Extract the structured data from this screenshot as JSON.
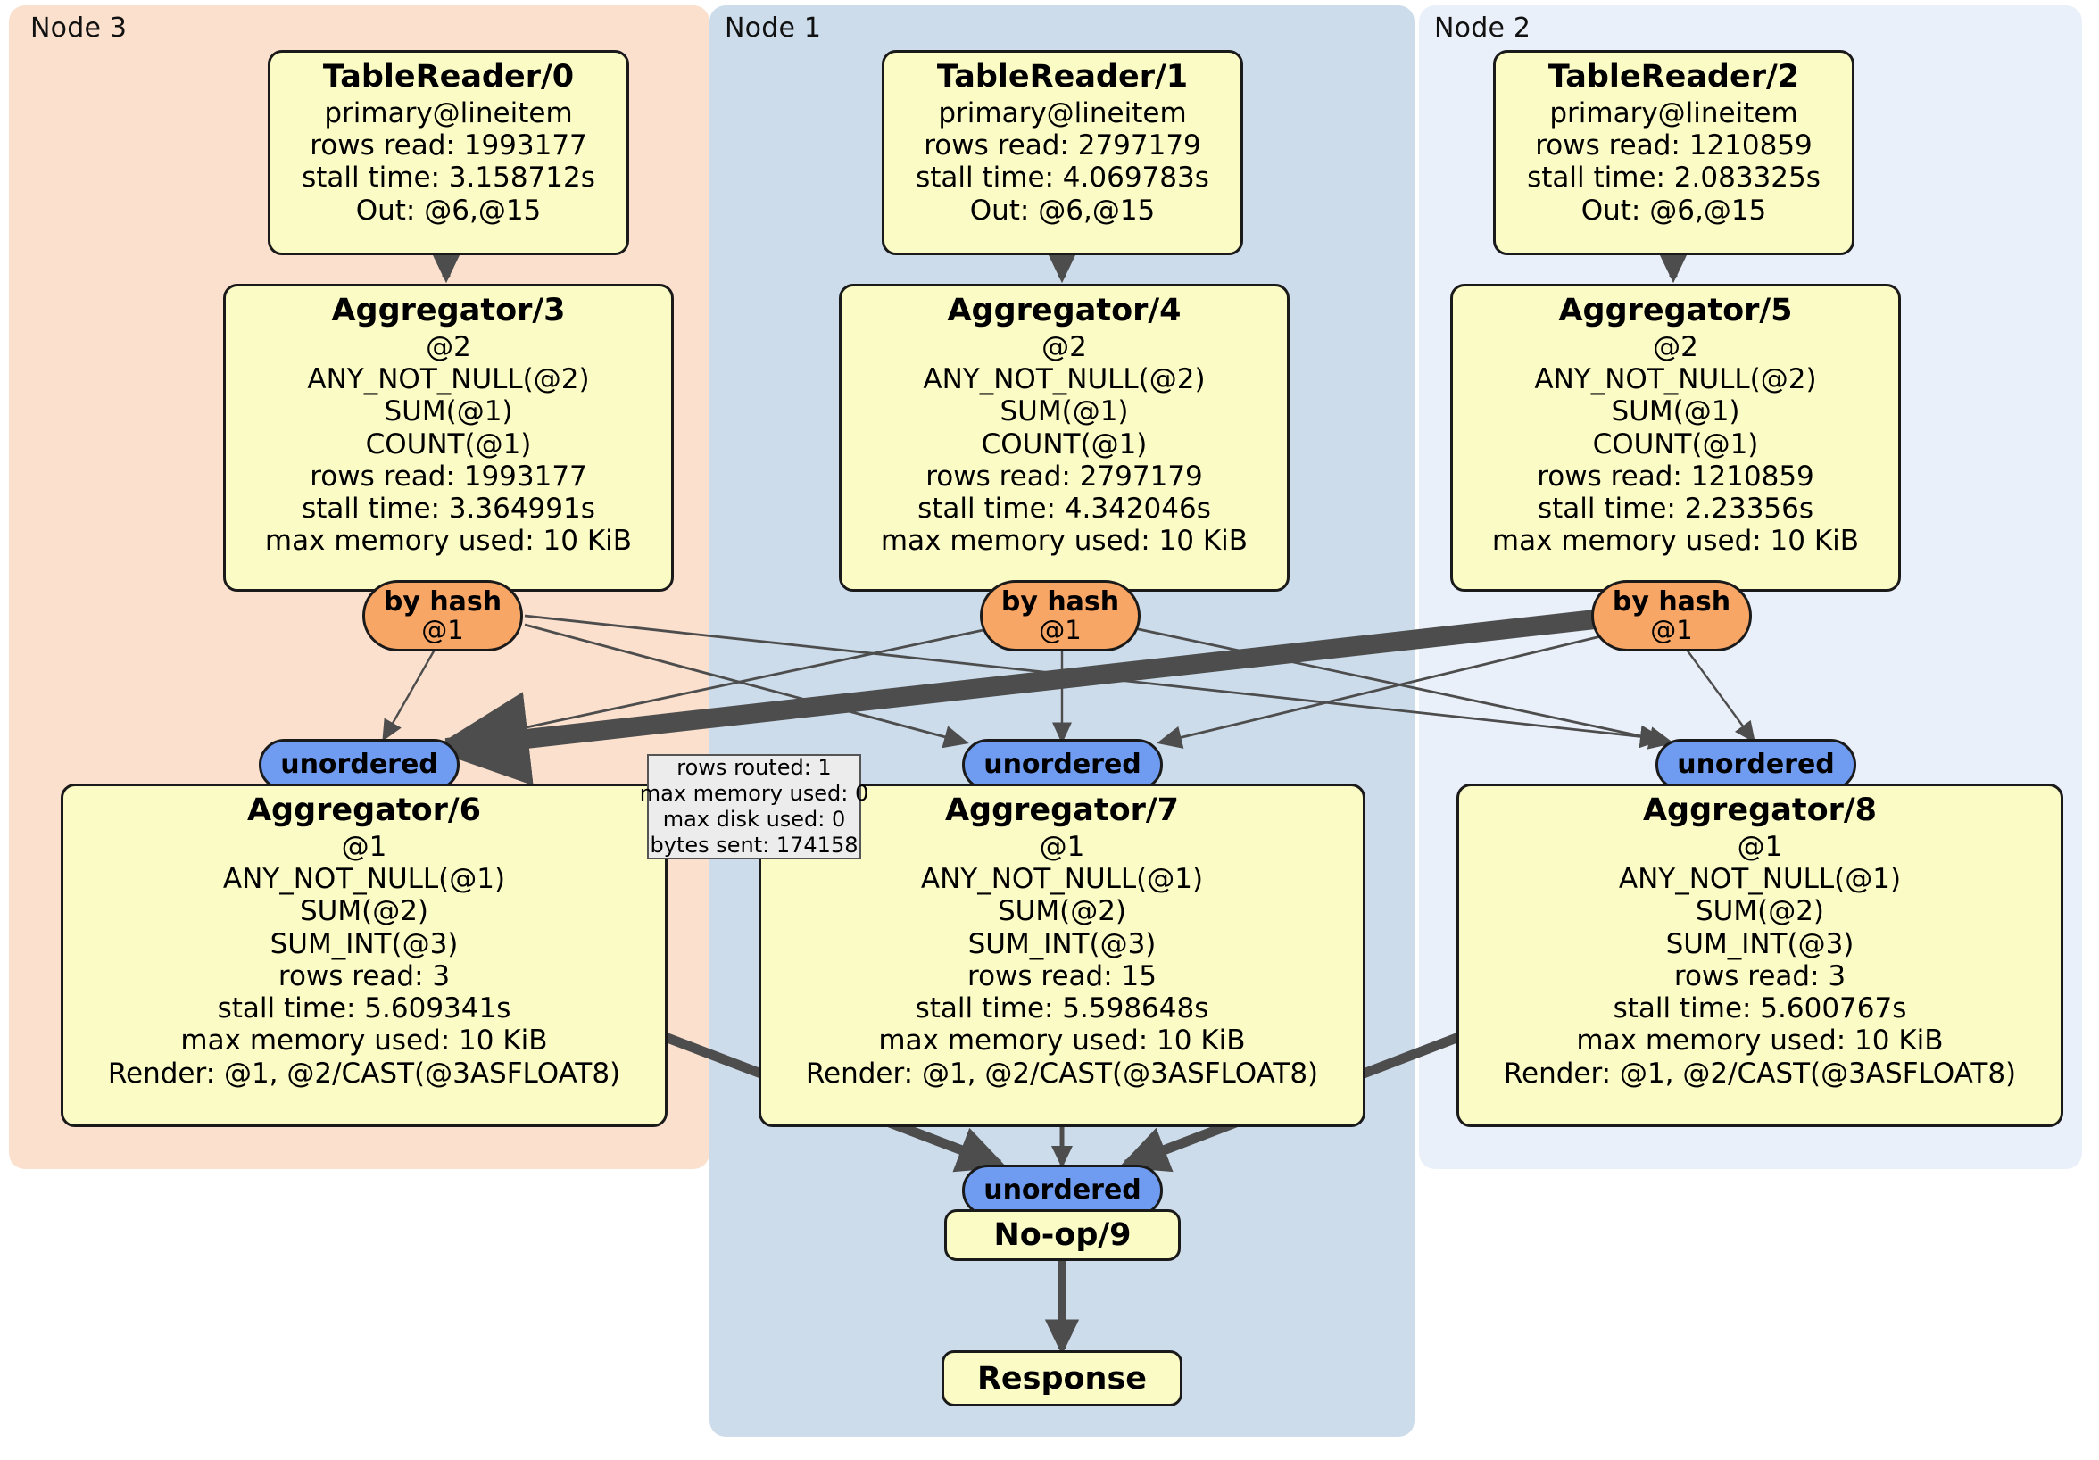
{
  "diagram": {
    "type": "distributed-query-execution-plan",
    "clusters": [
      {
        "id": "node3",
        "label": "Node 3",
        "color": "#fbe0cd"
      },
      {
        "id": "node1",
        "label": "Node 1",
        "color": "#ccdceb"
      },
      {
        "id": "node2",
        "label": "Node 2",
        "color": "#eaf0fa"
      }
    ],
    "colors": {
      "processor_fill": "#fbfbc5",
      "router_hash_fill": "#f8a666",
      "router_unordered_fill": "#6f9cf0",
      "stats_box_fill": "#ececec",
      "edge": "#4d4d4d",
      "border": "#1a1a1a"
    },
    "table_readers": [
      {
        "id": "tr0",
        "title": "TableReader/0",
        "lines": [
          "primary@lineitem",
          "rows read: 1993177",
          "stall time: 3.158712s",
          "Out: @6,@15"
        ]
      },
      {
        "id": "tr1",
        "title": "TableReader/1",
        "lines": [
          "primary@lineitem",
          "rows read: 2797179",
          "stall time: 4.069783s",
          "Out: @6,@15"
        ]
      },
      {
        "id": "tr2",
        "title": "TableReader/2",
        "lines": [
          "primary@lineitem",
          "rows read: 1210859",
          "stall time: 2.083325s",
          "Out: @6,@15"
        ]
      }
    ],
    "aggregators_top": [
      {
        "id": "agg3",
        "title": "Aggregator/3",
        "lines": [
          "@2",
          "ANY_NOT_NULL(@2)",
          "SUM(@1)",
          "COUNT(@1)",
          "rows read: 1993177",
          "stall time: 3.364991s",
          "max memory used: 10 KiB"
        ]
      },
      {
        "id": "agg4",
        "title": "Aggregator/4",
        "lines": [
          "@2",
          "ANY_NOT_NULL(@2)",
          "SUM(@1)",
          "COUNT(@1)",
          "rows read: 2797179",
          "stall time: 4.342046s",
          "max memory used: 10 KiB"
        ]
      },
      {
        "id": "agg5",
        "title": "Aggregator/5",
        "lines": [
          "@2",
          "ANY_NOT_NULL(@2)",
          "SUM(@1)",
          "COUNT(@1)",
          "rows read: 1210859",
          "stall time: 2.23356s",
          "max memory used: 10 KiB"
        ]
      }
    ],
    "aggregators_bottom": [
      {
        "id": "agg6",
        "title": "Aggregator/6",
        "lines": [
          "@1",
          "ANY_NOT_NULL(@1)",
          "SUM(@2)",
          "SUM_INT(@3)",
          "rows read: 3",
          "stall time: 5.609341s",
          "max memory used: 10 KiB",
          "Render: @1, @2/CAST(@3ASFLOAT8)"
        ]
      },
      {
        "id": "agg7",
        "title": "Aggregator/7",
        "lines": [
          "@1",
          "ANY_NOT_NULL(@1)",
          "SUM(@2)",
          "SUM_INT(@3)",
          "rows read: 15",
          "stall time: 5.598648s",
          "max memory used: 10 KiB",
          "Render: @1, @2/CAST(@3ASFLOAT8)"
        ]
      },
      {
        "id": "agg8",
        "title": "Aggregator/8",
        "lines": [
          "@1",
          "ANY_NOT_NULL(@1)",
          "SUM(@2)",
          "SUM_INT(@3)",
          "rows read: 3",
          "stall time: 5.600767s",
          "max memory used: 10 KiB",
          "Render: @1, @2/CAST(@3ASFLOAT8)"
        ]
      }
    ],
    "hash_routers": [
      {
        "id": "hash3",
        "label": "by hash",
        "column": "@1"
      },
      {
        "id": "hash4",
        "label": "by hash",
        "column": "@1"
      },
      {
        "id": "hash5",
        "label": "by hash",
        "column": "@1"
      }
    ],
    "unordered_routers": [
      {
        "id": "unord6",
        "label": "unordered"
      },
      {
        "id": "unord7",
        "label": "unordered"
      },
      {
        "id": "unord8",
        "label": "unordered"
      },
      {
        "id": "unord9",
        "label": "unordered"
      }
    ],
    "stats_box": {
      "lines": [
        "rows routed: 1",
        "max memory used: 0",
        "max disk used: 0",
        "bytes sent: 174158"
      ]
    },
    "final_nodes": [
      {
        "id": "noop9",
        "title": "No-op/9"
      },
      {
        "id": "response",
        "title": "Response"
      }
    ]
  }
}
